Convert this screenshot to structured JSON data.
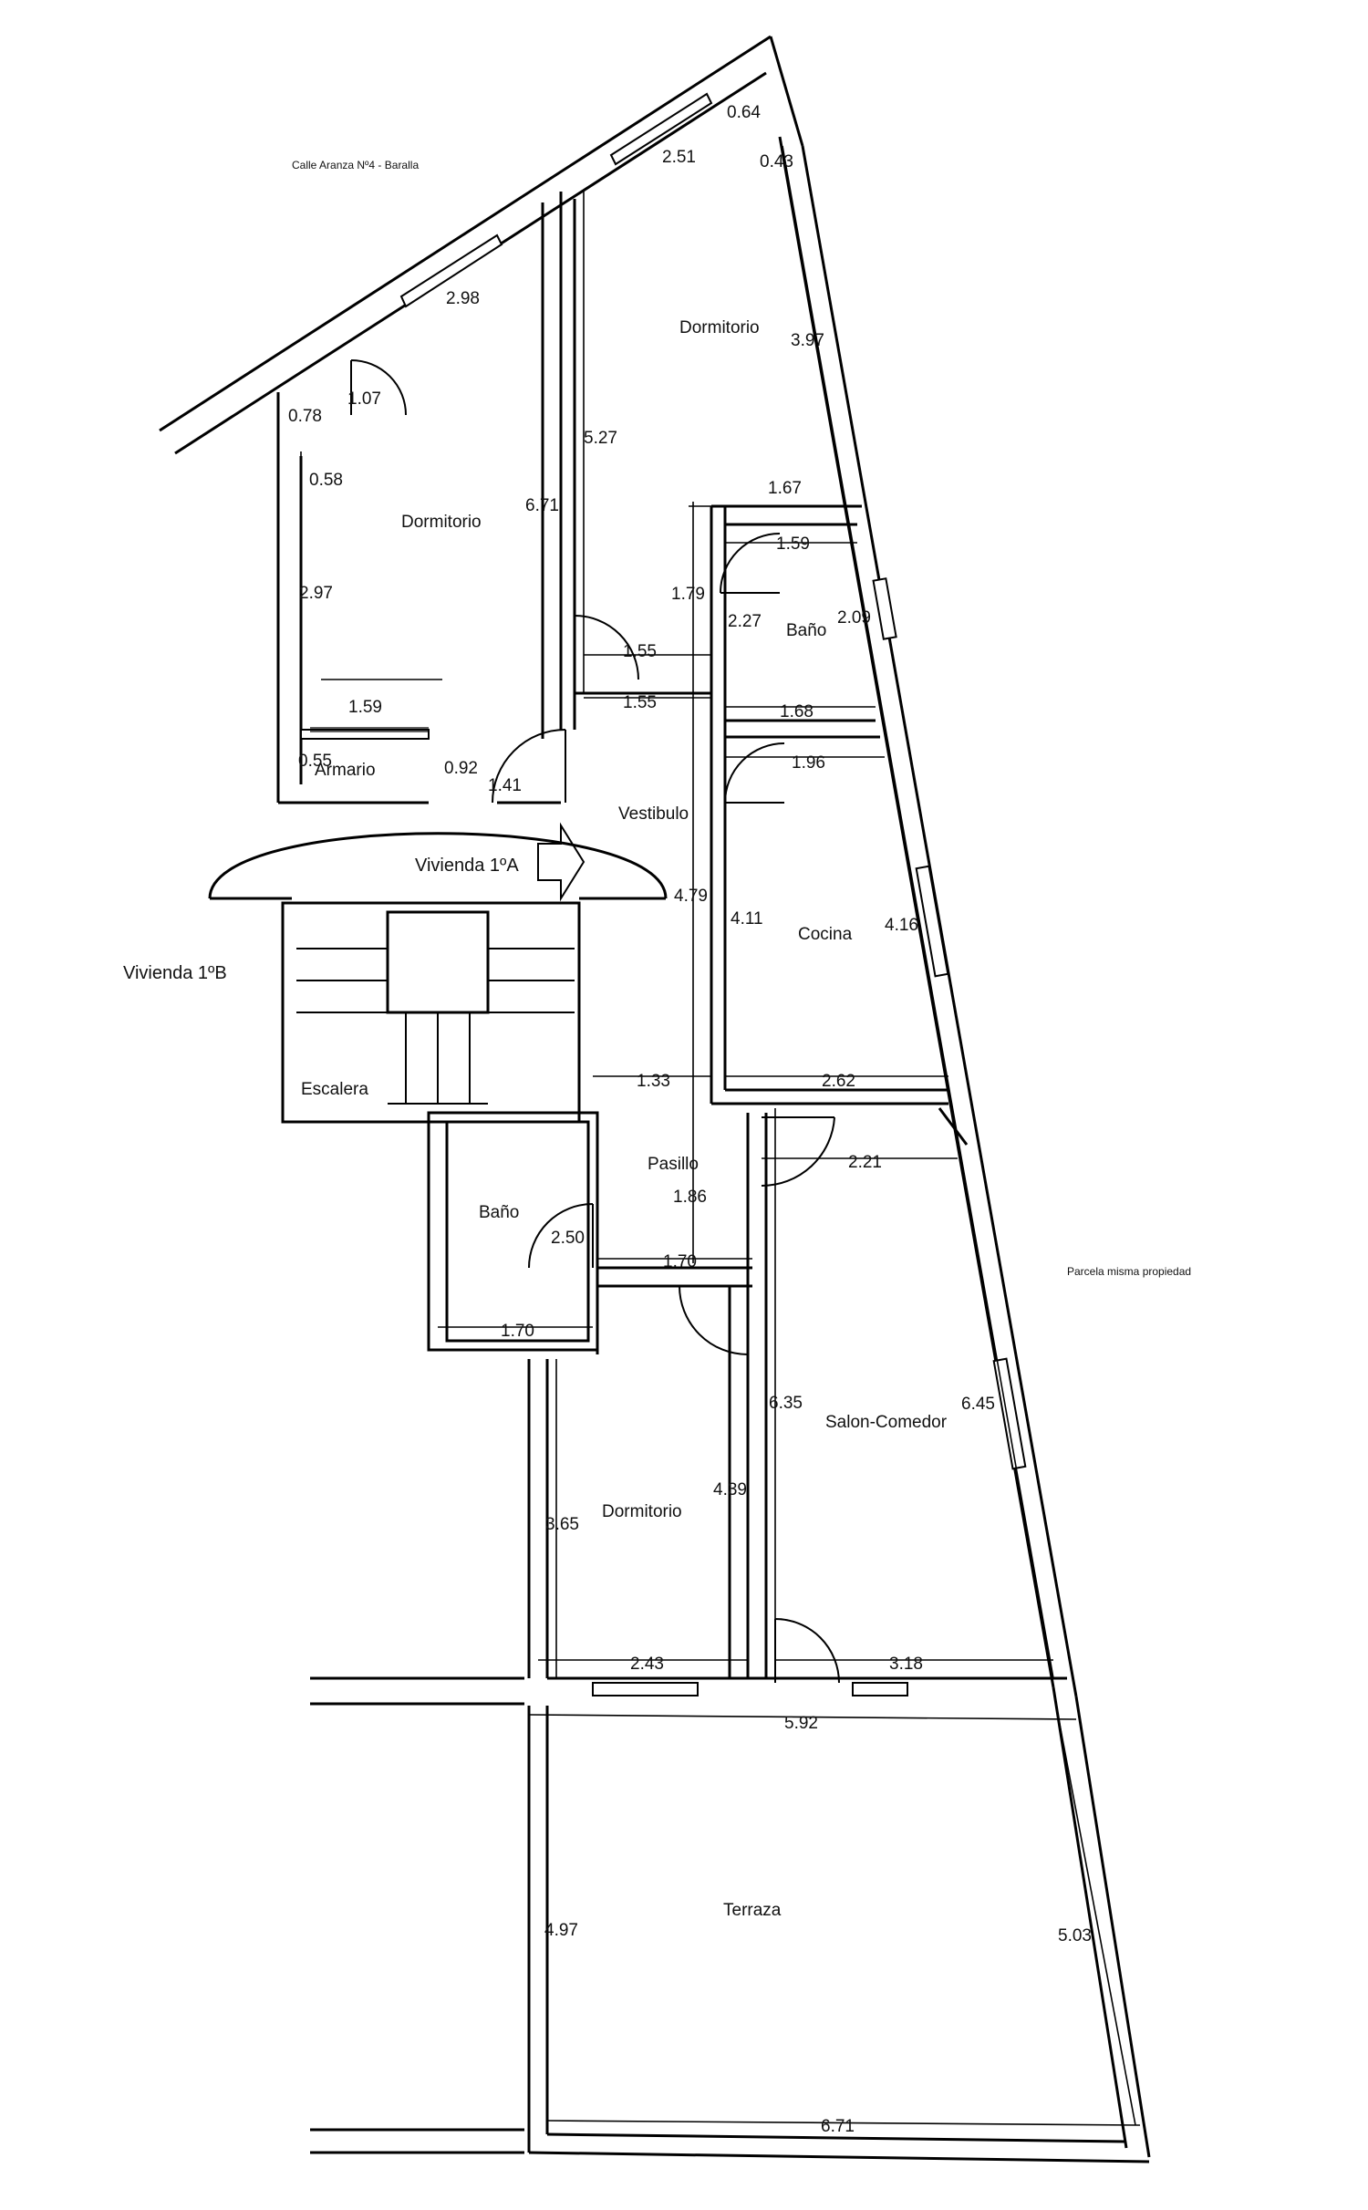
{
  "plan": {
    "street": "Calle Aranza Nº4 - Baralla",
    "neighbor_parcel": "Parcela misma propiedad",
    "other_unit": "Vivienda 1ºB",
    "this_unit": "Vivienda 1ºA",
    "rooms": {
      "dormitorio_top": "Dormitorio",
      "dormitorio_left": "Dormitorio",
      "armario": "Armario",
      "vestibulo": "Vestibulo",
      "bano_top": "Baño",
      "cocina": "Cocina",
      "escalera": "Escalera",
      "pasillo": "Pasillo",
      "bano_bottom": "Baño",
      "salon": "Salon-Comedor",
      "dormitorio_bottom": "Dormitorio",
      "terraza": "Terraza"
    },
    "dims": {
      "d064": "0.64",
      "d043": "0.43",
      "d251": "2.51",
      "d298": "2.98",
      "d397": "3.97",
      "d107": "1.07",
      "d078": "0.78",
      "d058": "0.58",
      "d527": "5.27",
      "d671v": "6.71",
      "d167": "1.67",
      "d159b": "1.59",
      "d179": "1.79",
      "d227": "2.27",
      "d209": "2.09",
      "d297": "2.97",
      "d155a": "1.55",
      "d155b": "1.55",
      "d168": "1.68",
      "d159a": "1.59",
      "d055": "0.55",
      "d092": "0.92",
      "d141": "1.41",
      "d196": "1.96",
      "d479": "4.79",
      "d411": "4.11",
      "d416": "4.16",
      "d133": "1.33",
      "d262": "2.62",
      "d221": "2.21",
      "d186": "1.86",
      "d250": "2.50",
      "d170a": "1.70",
      "d170b": "1.70",
      "d635": "6.35",
      "d645": "6.45",
      "d439": "4.39",
      "d365": "3.65",
      "d243": "2.43",
      "d318": "3.18",
      "d592": "5.92",
      "d497": "4.97",
      "d503": "5.03",
      "d671h": "6.71"
    }
  }
}
